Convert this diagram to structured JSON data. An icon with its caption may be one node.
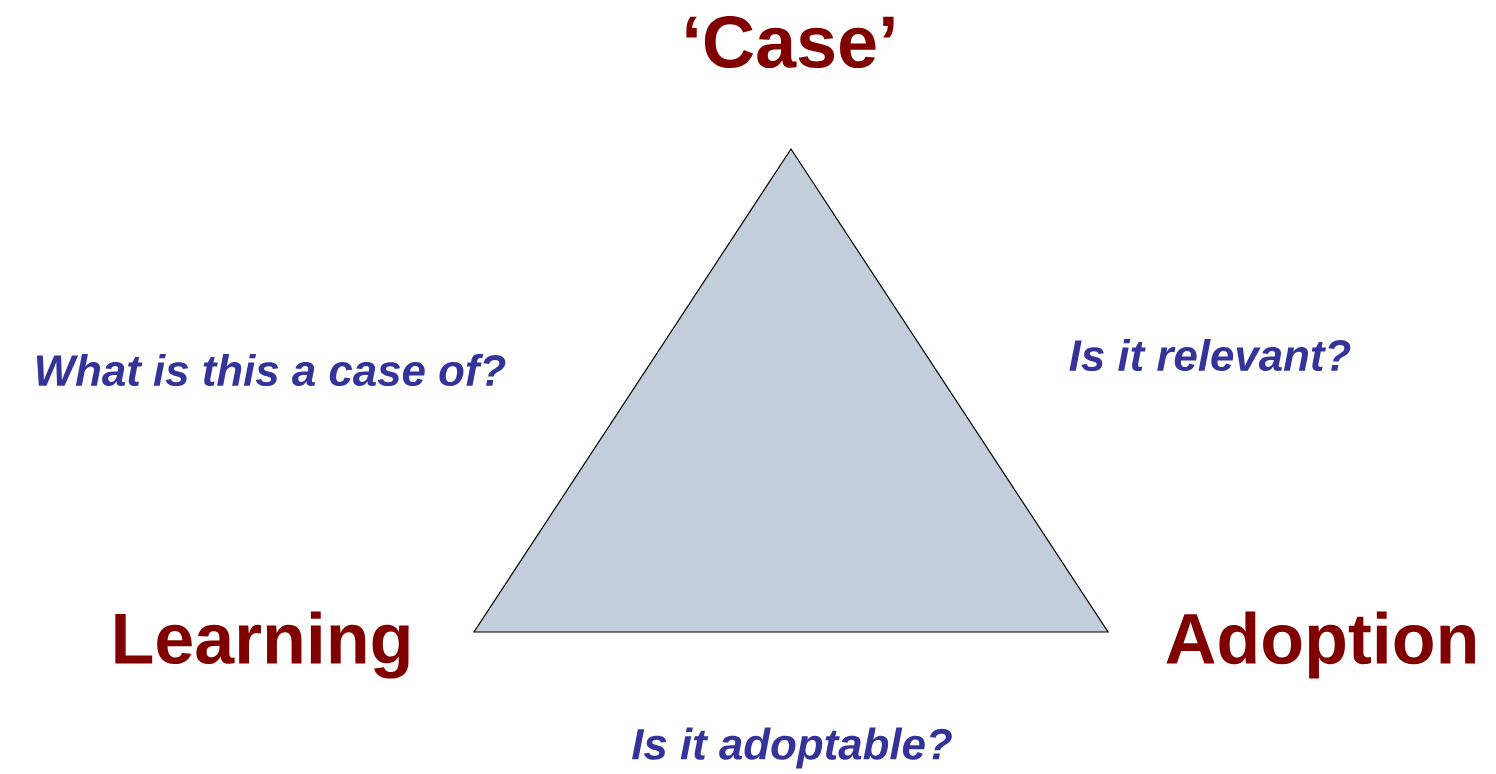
{
  "diagram": {
    "nodes": [
      {
        "text": [],
        "shape": "triangle"
      }
    ],
    "edges": [],
    "labels": [
      "‘Case’",
      "What is this a case of?",
      "Is it relevant?",
      "Learning",
      "Adoption",
      "Is it adoptable?"
    ]
  }
}
